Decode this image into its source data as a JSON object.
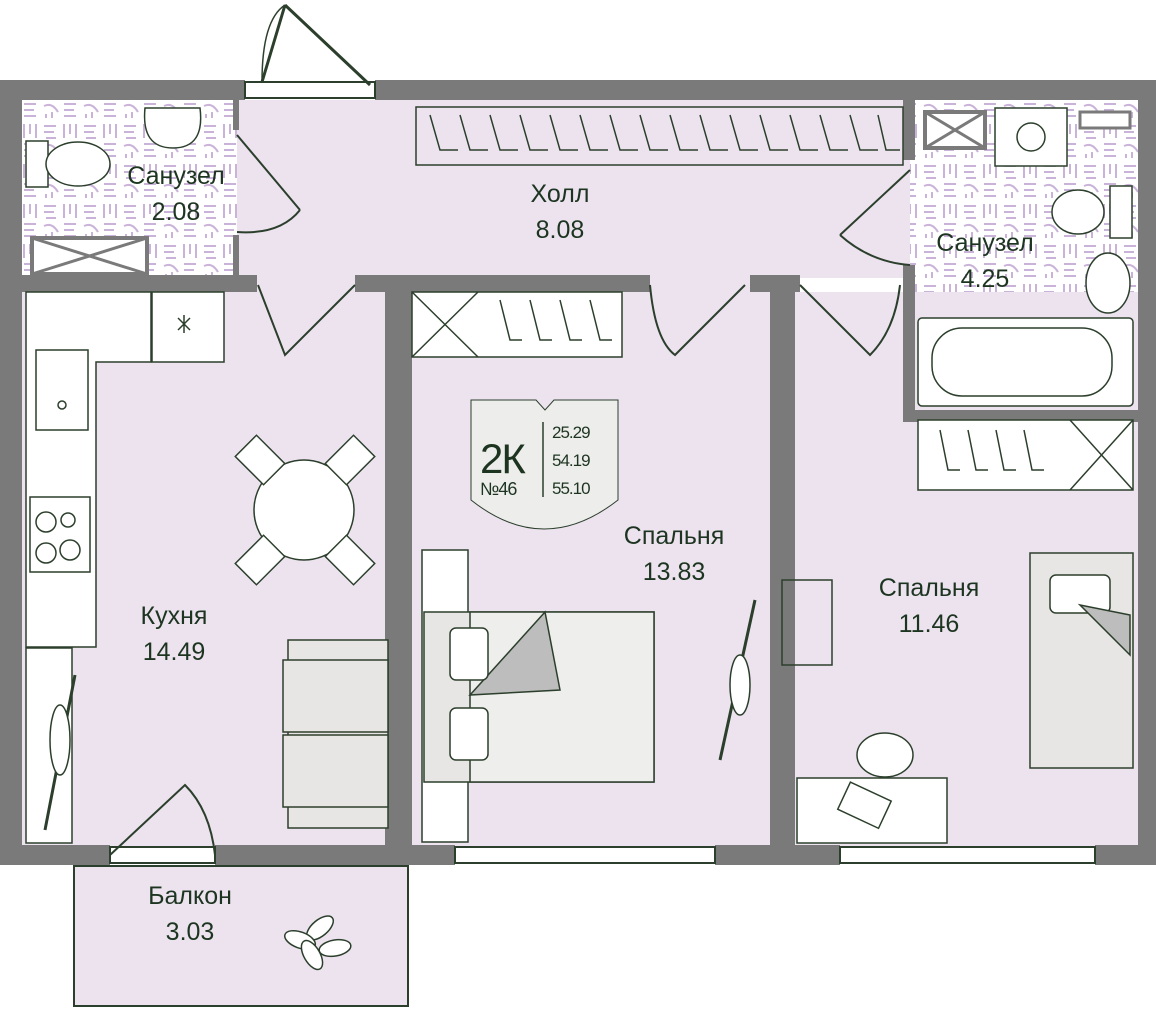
{
  "colors": {
    "wall": "#7a7a7a",
    "room": "#ece3ef",
    "text": "#1d3520",
    "tile": "#c9b3d8",
    "badge": "#ededeb"
  },
  "badge": {
    "type": "2К",
    "number": "№46",
    "areas": [
      "25.29",
      "54.19",
      "55.10"
    ]
  },
  "rooms": {
    "wc1": {
      "name": "Санузел",
      "area": "2.08"
    },
    "hall": {
      "name": "Холл",
      "area": "8.08"
    },
    "wc2": {
      "name": "Санузел",
      "area": "4.25"
    },
    "kitchen": {
      "name": "Кухня",
      "area": "14.49"
    },
    "bedroom1": {
      "name": "Спальня",
      "area": "13.83"
    },
    "bedroom2": {
      "name": "Спальня",
      "area": "11.46"
    },
    "balcony": {
      "name": "Балкон",
      "area": "3.03"
    }
  }
}
